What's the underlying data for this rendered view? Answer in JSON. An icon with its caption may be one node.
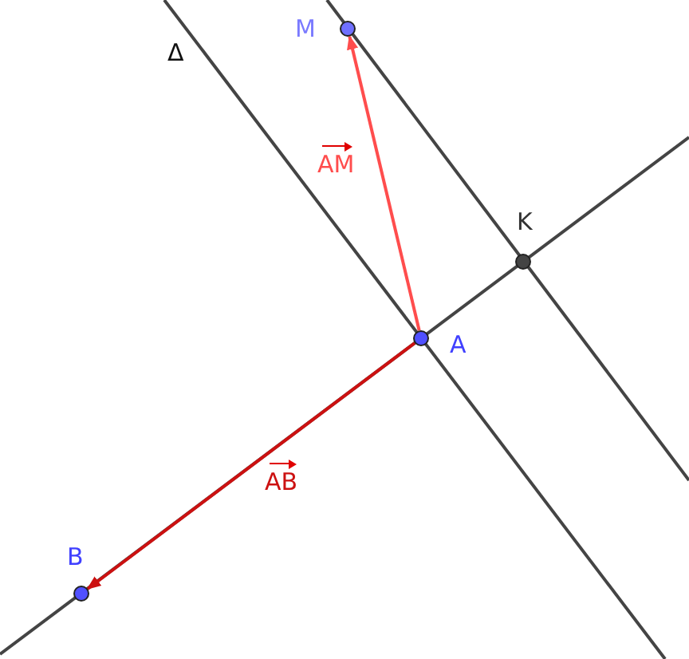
{
  "diagram": {
    "nodes": [
      {
        "text": [],
        "shape": "circle",
        "beside": [
          "M"
        ]
      },
      {
        "text": [],
        "shape": "circle",
        "beside": [
          "K"
        ]
      },
      {
        "text": [],
        "shape": "circle",
        "beside": [
          "A"
        ]
      },
      {
        "text": [],
        "shape": "circle",
        "beside": [
          "B"
        ]
      }
    ],
    "edges": [
      {
        "from": 2,
        "to": 0,
        "arrow": "to",
        "label": "AM",
        "color": "#ff4d4d"
      },
      {
        "from": 2,
        "to": 3,
        "arrow": "to",
        "label": "AB",
        "color": "#cc1111"
      }
    ],
    "labels": [
      "Δ"
    ]
  }
}
